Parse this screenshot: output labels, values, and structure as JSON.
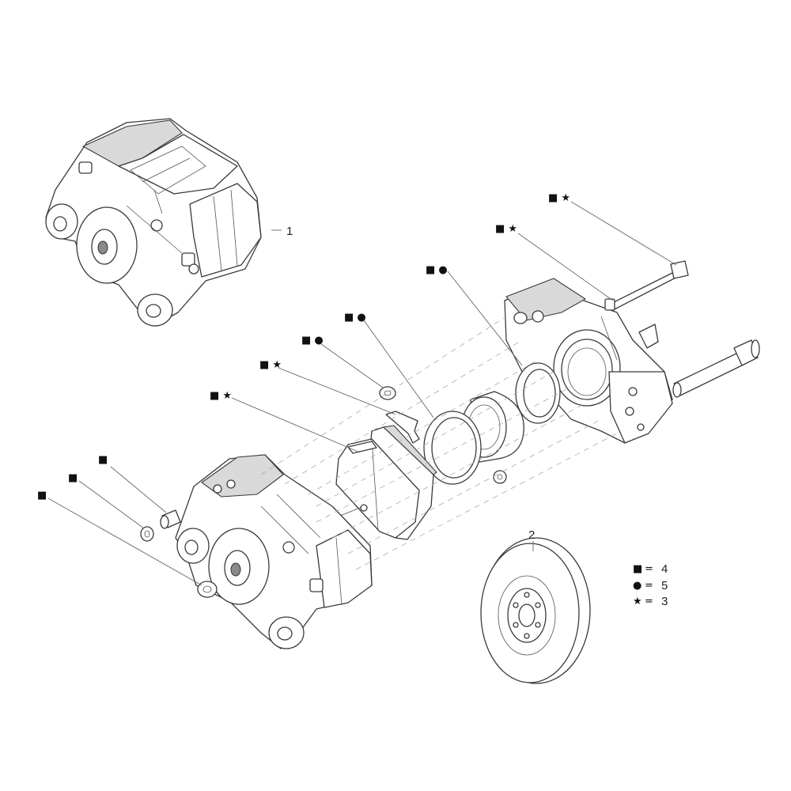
{
  "callouts": {
    "assembled_caliper": "1",
    "brake_disc": "2"
  },
  "legend": [
    {
      "symbol": "■",
      "equals": "=",
      "value": "4"
    },
    {
      "symbol": "●",
      "equals": "=",
      "value": "5"
    },
    {
      "symbol": "★",
      "equals": "=",
      "value": "3"
    }
  ],
  "markers": [
    {
      "id": "m1",
      "symbols": "■ ★"
    },
    {
      "id": "m2",
      "symbols": "■ ★"
    },
    {
      "id": "m3",
      "symbols": "■ ●"
    },
    {
      "id": "m4",
      "symbols": "■ ●"
    },
    {
      "id": "m5",
      "symbols": "■ ●"
    },
    {
      "id": "m6",
      "symbols": "■ ★"
    },
    {
      "id": "m7",
      "symbols": "■ ★"
    },
    {
      "id": "m8",
      "symbols": "■"
    },
    {
      "id": "m9",
      "symbols": "■"
    },
    {
      "id": "m10",
      "symbols": "■"
    }
  ]
}
